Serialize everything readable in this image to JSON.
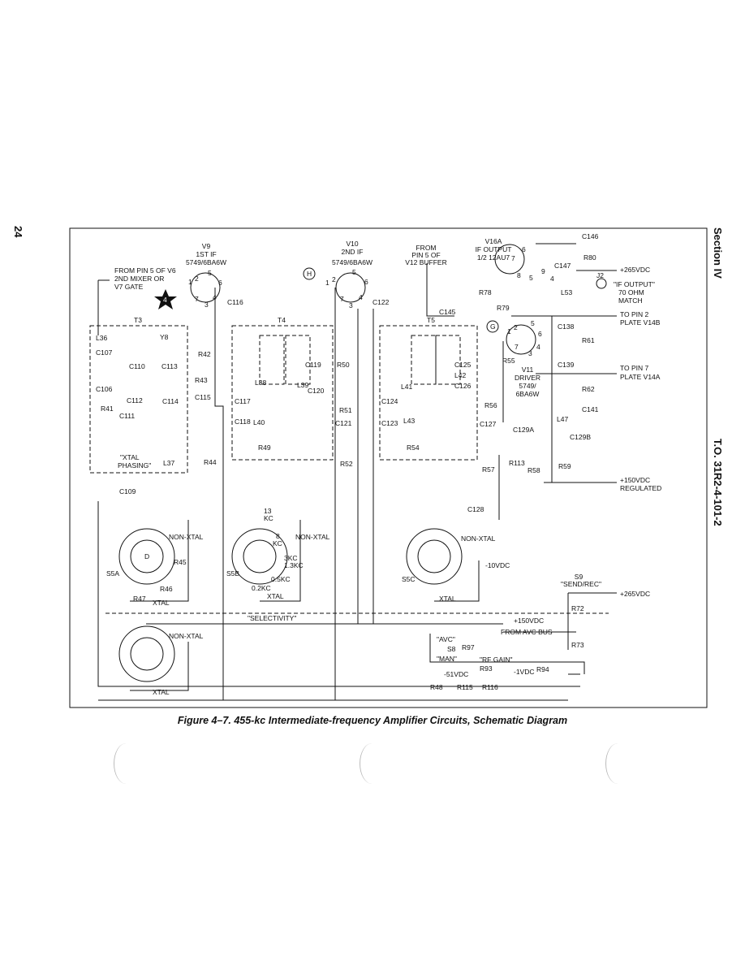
{
  "page": {
    "number": "24",
    "section": "Section IV",
    "to_number": "T.O. 31R2-4-101-2",
    "caption": "Figure 4–7. 455-kc Intermediate-frequency Amplifier Circuits, Schematic Diagram"
  },
  "tubes": {
    "v9": [
      "V9",
      "1ST IF",
      "5749/6BA6W"
    ],
    "v10": [
      "V10",
      "2ND IF",
      "5749/6BA6W"
    ],
    "v16a": [
      "V16A",
      "IF OUTPUT",
      "1/2 12AU7"
    ],
    "v11": [
      "V11",
      "DRIVER",
      "5749/",
      "6BA6W"
    ]
  },
  "notes": {
    "from_v6": [
      "FROM PIN 5 OF V6",
      "2ND MIXER OR",
      "V7 GATE"
    ],
    "from_v12": [
      "FROM",
      "PIN 5 OF",
      "V12 BUFFER"
    ],
    "if_output_match": [
      "\"IF OUTPUT\"",
      "70 OHM",
      "MATCH"
    ],
    "to_v14b": [
      "TO PIN 2",
      "PLATE V14B"
    ],
    "to_v14a": [
      "TO PIN 7",
      "PLATE V14A"
    ],
    "reg150": [
      "+150VDC",
      "REGULATED"
    ],
    "v265a": "+265VDC",
    "v265b": "+265VDC",
    "v150": "+150VDC",
    "from_avc": "FROM AVC BUS",
    "v10neg": "-10VDC",
    "v51neg": "-51VDC",
    "v1neg": "-1VDC",
    "xtal_phasing": [
      "\"XTAL",
      "PHASING\""
    ],
    "selectivity": "\"SELECTIVITY\"",
    "s9": [
      "S9",
      "\"SEND/REC\""
    ],
    "s8": [
      "\"AVC\"",
      "S8",
      "\"MAN\""
    ],
    "rf_gain": "\"RF GAIN\"",
    "non_xtal": "NON-XTAL",
    "xtal": "XTAL",
    "kc13": [
      "13",
      "KC"
    ],
    "kc8": [
      "8",
      "KC"
    ],
    "kc3": "3KC",
    "kc13b": "1.3KC",
    "kc05": "0.5KC",
    "kc02": "0.2KC",
    "markers": [
      "H",
      "G",
      "4",
      "D"
    ]
  },
  "transformers": [
    "T3",
    "T4",
    "T5"
  ],
  "switches": [
    "S5A",
    "S5B",
    "S5C"
  ],
  "pins": [
    "1",
    "2",
    "5",
    "6",
    "7",
    "3",
    "4",
    "8",
    "9"
  ],
  "components": {
    "L36": "L36",
    "C107": "C107",
    "C106": "C106",
    "R41": "R41",
    "C111": "C111",
    "C112": "C112",
    "C110": "C110",
    "Y8": "Y8",
    "C113": "C113",
    "C114": "C114",
    "L37": "L37",
    "C109": "C109",
    "R42": "R42",
    "R43": "R43",
    "C115": "C115",
    "C116": "C116",
    "R44": "R44",
    "C117": "C117",
    "L38": "L38",
    "C118": "C118",
    "L40": "L40",
    "R49": "R49",
    "L39": "L39",
    "C119": "C119",
    "C120": "C120",
    "R50": "R50",
    "R51": "R51",
    "C121": "C121",
    "R52": "R52",
    "C122": "C122",
    "L41": "L41",
    "C124": "C124",
    "C123": "C123",
    "L43": "L43",
    "R54": "R54",
    "C125": "C125",
    "L42": "L42",
    "C126": "C126",
    "C145": "C145",
    "R78": "R78",
    "R79": "R79",
    "C146": "C146",
    "R80": "R80",
    "C147": "C147",
    "L53": "L53",
    "J2": "J2",
    "C138": "C138",
    "R61": "R61",
    "C139": "C139",
    "R62": "R62",
    "C141": "C141",
    "L47": "L47",
    "C129A": "C129A",
    "C129B": "C129B",
    "R55": "R55",
    "R56": "R56",
    "C127": "C127",
    "R57": "R57",
    "R113": "R113",
    "R58": "R58",
    "R59": "R59",
    "C128": "C128",
    "R45": "R45",
    "R46": "R46",
    "R47": "R47",
    "R72": "R72",
    "R73": "R73",
    "R97": "R97",
    "R93": "R93",
    "R94": "R94",
    "R48": "R48",
    "R115": "R115",
    "R116": "R116"
  }
}
